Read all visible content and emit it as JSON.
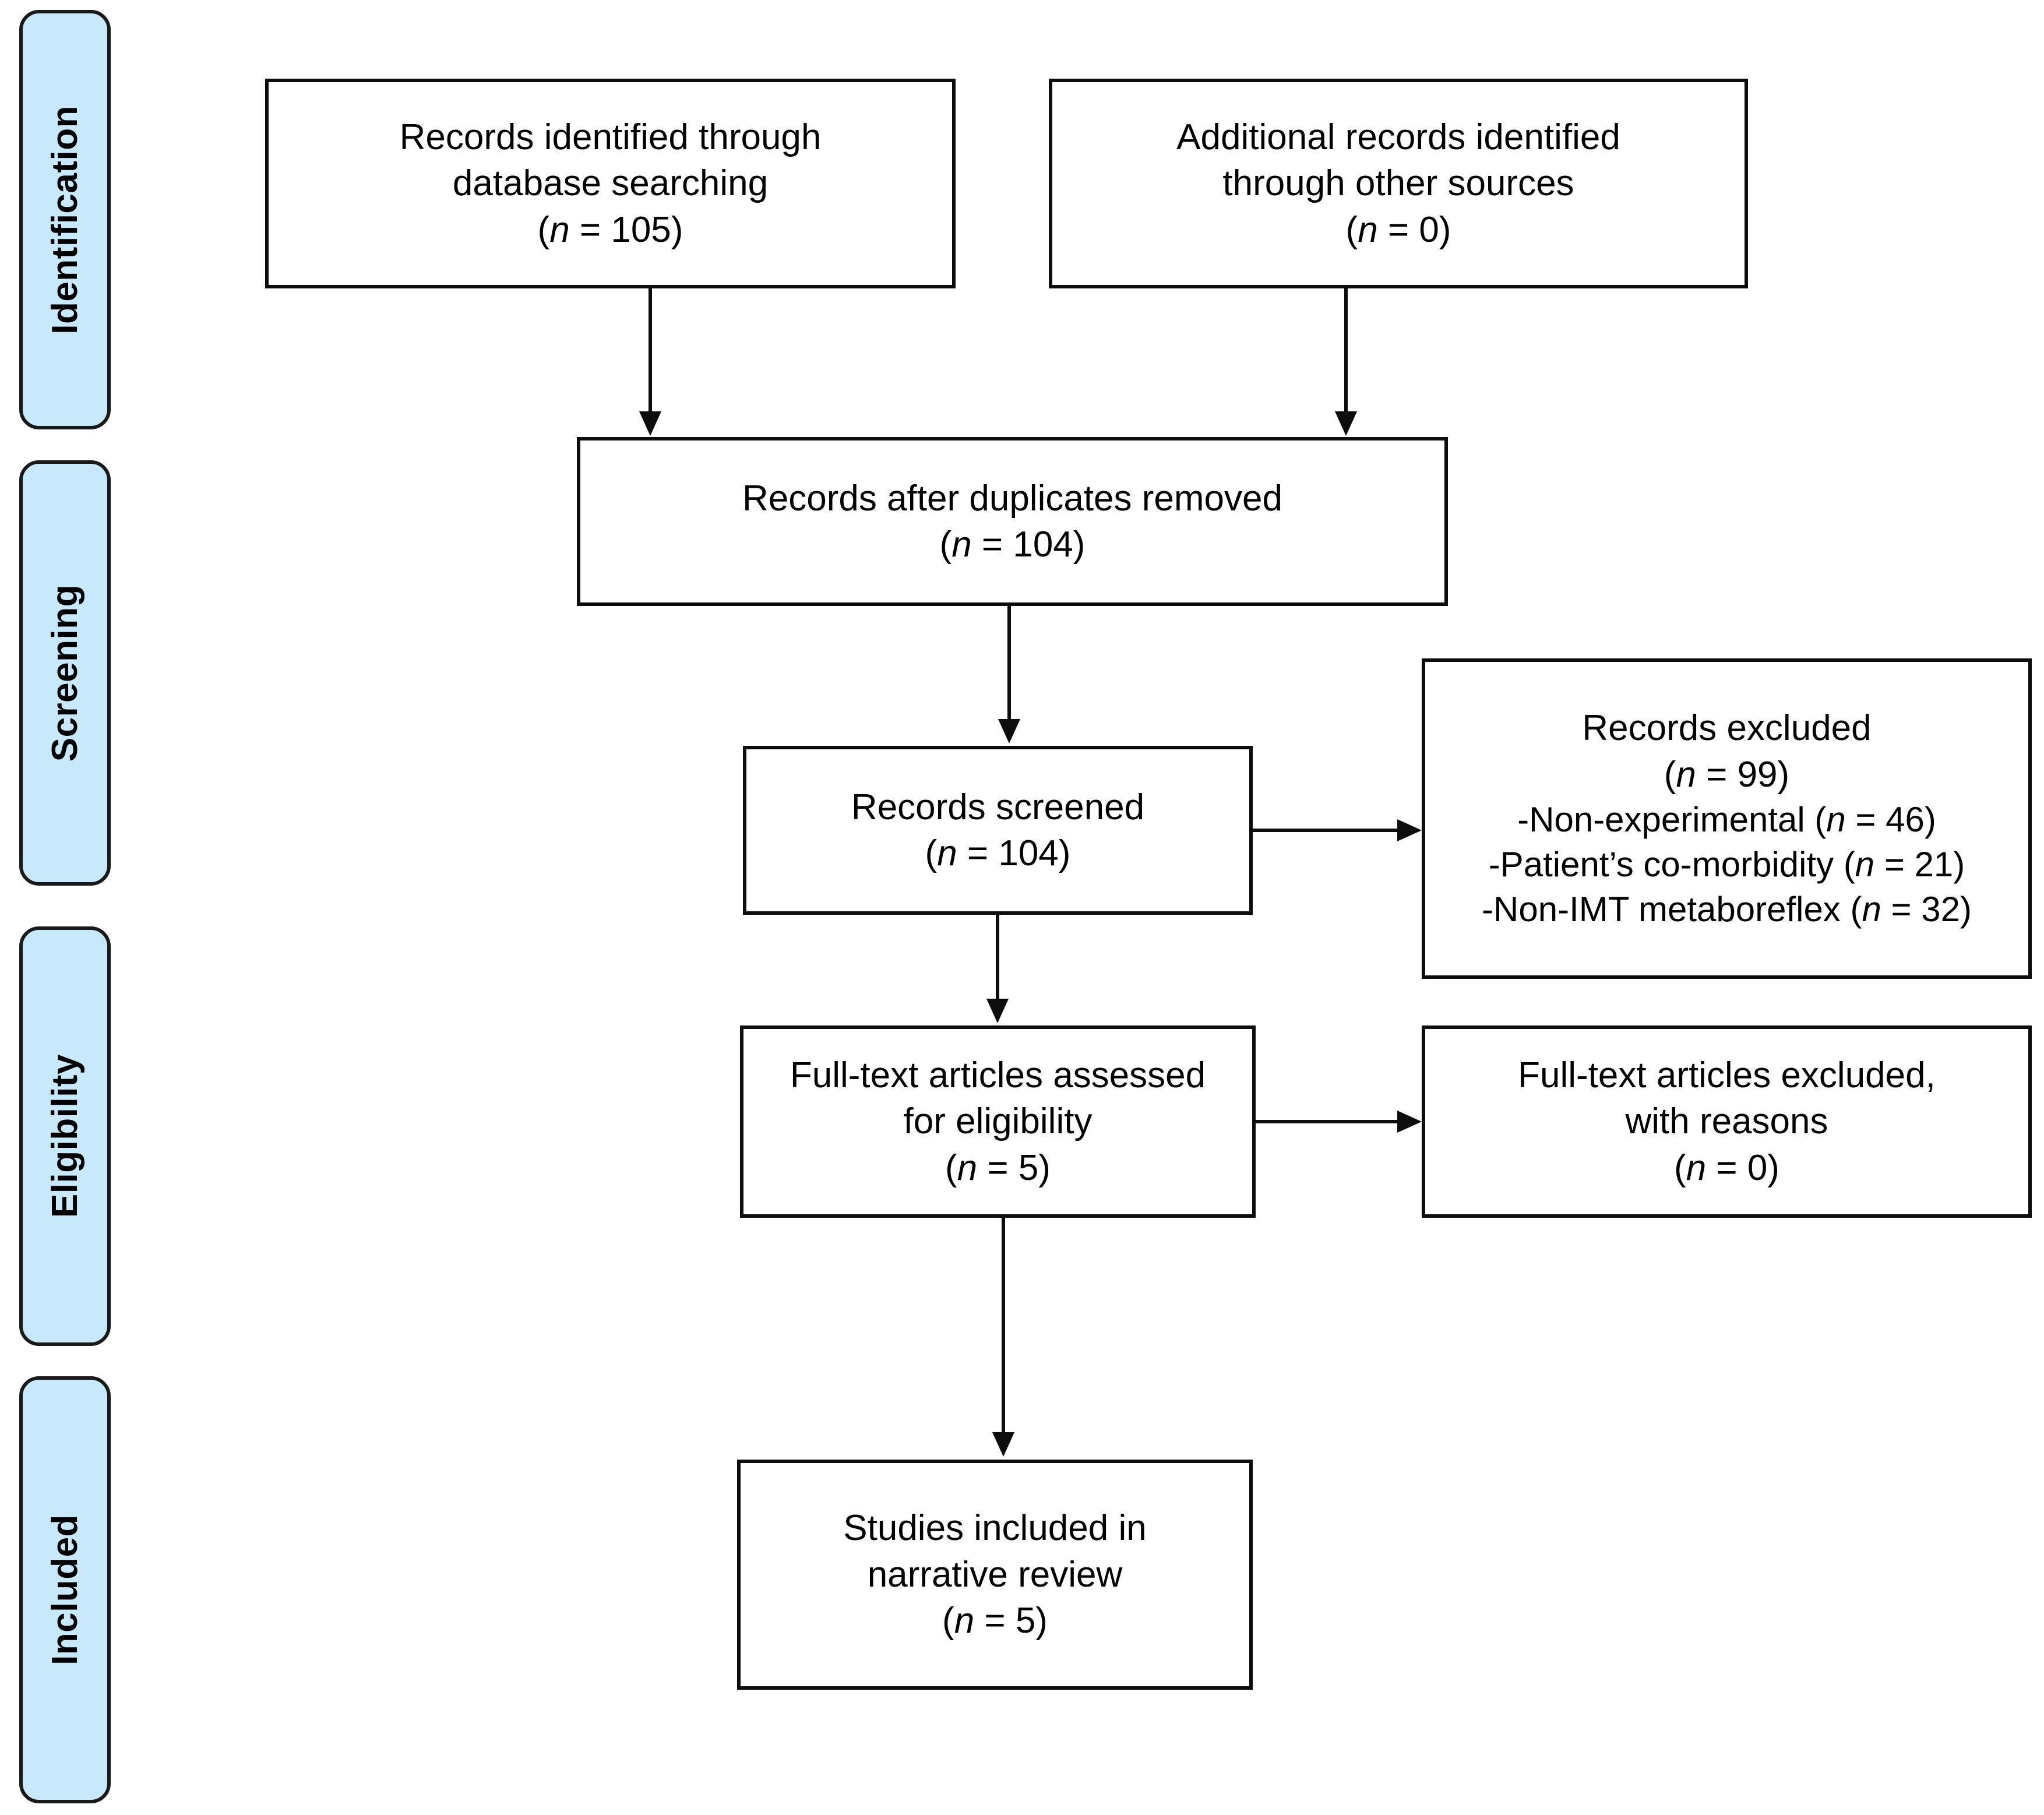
{
  "diagram": {
    "title": "PRISMA flow diagram",
    "accent_color": "#c8e9fb",
    "border_color": "#0d0d0d",
    "text_color": "#000000"
  },
  "phases": [
    {
      "key": "identification",
      "label": "Identification"
    },
    {
      "key": "screening",
      "label": "Screening"
    },
    {
      "key": "eligibility",
      "label": "Eligibility"
    },
    {
      "key": "included",
      "label": "Included"
    }
  ],
  "nodes": {
    "records_identified": {
      "line1": "Records identified through",
      "line2": "database searching",
      "count_open": "(",
      "count_n": "n",
      "count_rest": " = 105)"
    },
    "additional_records": {
      "line1": "Additional records identified",
      "line2": "through other sources",
      "count_open": "(",
      "count_n": "n",
      "count_rest": " = 0)"
    },
    "duplicates_removed": {
      "line1": "Records after duplicates removed",
      "count_open": "(",
      "count_n": "n",
      "count_rest": " = 104)"
    },
    "records_screened": {
      "line1": "Records screened",
      "count_open": "(",
      "count_n": "n",
      "count_rest": " = 104)"
    },
    "records_excluded": {
      "line1": "Records excluded",
      "count_open": "(",
      "count_n": "n",
      "count_rest": " = 99)",
      "reasons": [
        {
          "prefix": "-Non-experimental (",
          "n": "n",
          "suffix": " = 46)"
        },
        {
          "prefix": "-Patient’s co-morbidity (",
          "n": "n",
          "suffix": " = 21)"
        },
        {
          "prefix": "-Non-IMT metaboreflex (",
          "n": "n",
          "suffix": " = 32)"
        }
      ]
    },
    "fulltext_assessed": {
      "line1": "Full-text articles assessed",
      "line2": "for eligibility",
      "count_open": "(",
      "count_n": "n",
      "count_rest": " = 5)"
    },
    "fulltext_excluded": {
      "line1": "Full-text articles excluded,",
      "line2": "with reasons",
      "count_open": "(",
      "count_n": "n",
      "count_rest": " = 0)"
    },
    "studies_included": {
      "line1": "Studies included in",
      "line2": "narrative review",
      "count_open": "(",
      "count_n": "n",
      "count_rest": " =  5)"
    }
  },
  "chart_data": {
    "type": "table",
    "title": "PRISMA flow diagram",
    "stages": [
      {
        "phase": "Identification",
        "label": "Records identified through database searching",
        "n": 105
      },
      {
        "phase": "Identification",
        "label": "Additional records identified through other sources",
        "n": 0
      },
      {
        "phase": "Screening",
        "label": "Records after duplicates removed",
        "n": 104
      },
      {
        "phase": "Screening",
        "label": "Records screened",
        "n": 104
      },
      {
        "phase": "Screening",
        "label": "Records excluded",
        "n": 99
      },
      {
        "phase": "Screening",
        "label": "Records excluded - Non-experimental",
        "n": 46
      },
      {
        "phase": "Screening",
        "label": "Records excluded - Patient’s co-morbidity",
        "n": 21
      },
      {
        "phase": "Screening",
        "label": "Records excluded - Non-IMT metaboreflex",
        "n": 32
      },
      {
        "phase": "Eligibility",
        "label": "Full-text articles assessed for eligibility",
        "n": 5
      },
      {
        "phase": "Eligibility",
        "label": "Full-text articles excluded, with reasons",
        "n": 0
      },
      {
        "phase": "Included",
        "label": "Studies included in narrative review",
        "n": 5
      }
    ]
  }
}
